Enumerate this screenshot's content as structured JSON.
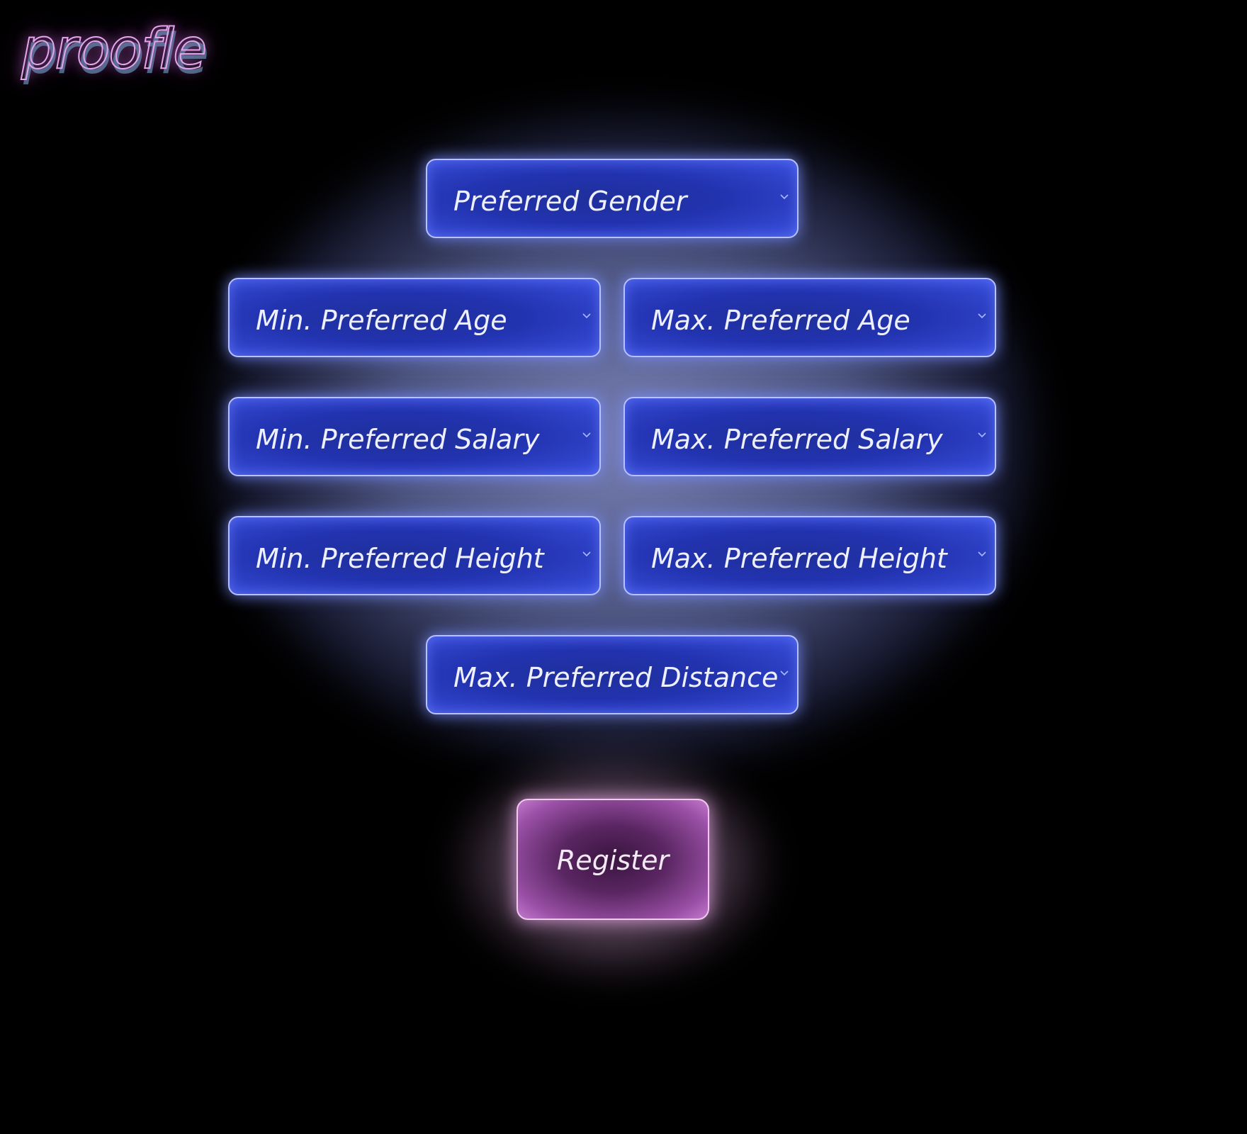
{
  "app": {
    "logo_text": "proofle"
  },
  "form": {
    "fields": [
      {
        "label": "Preferred Gender",
        "icon": "chevron-down-icon"
      },
      {
        "label": "Min. Preferred Age",
        "icon": "chevron-down-icon"
      },
      {
        "label": "Max. Preferred Age",
        "icon": "chevron-down-icon"
      },
      {
        "label": "Min. Preferred Salary",
        "icon": "chevron-down-icon"
      },
      {
        "label": "Max. Preferred Salary",
        "icon": "chevron-down-icon"
      },
      {
        "label": "Min. Preferred Height",
        "icon": "chevron-down-icon"
      },
      {
        "label": "Max. Preferred Height",
        "icon": "chevron-down-icon"
      },
      {
        "label": "Max. Preferred Distance",
        "icon": "chevron-down-icon"
      }
    ],
    "submit_label": "Register"
  },
  "colors": {
    "background": "#000000",
    "select_fill": "#2233b0",
    "select_border": "#b6c2ff",
    "glow_blue": "#8c9beb",
    "button_fill": "#9a50a6",
    "button_border": "#f2c8f2",
    "logo": "#e3a6ec"
  }
}
